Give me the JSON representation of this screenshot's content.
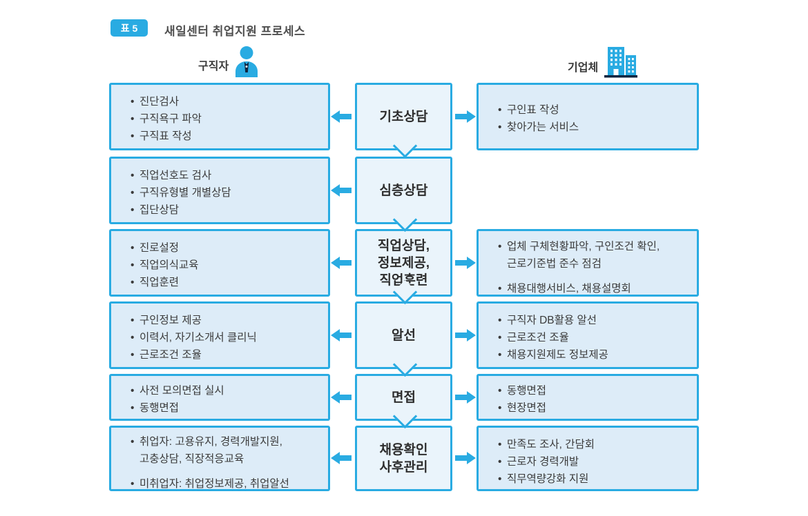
{
  "title": {
    "badge": "표 5",
    "text": "새일센터 취업지원 프로세스"
  },
  "columns": {
    "left_header": "구직자",
    "right_header": "기업체"
  },
  "ui": {
    "bullet": "•"
  },
  "colors": {
    "accent": "#29abe2",
    "side_box_fill": "#ddecf8",
    "center_box_fill": "#eaf4fb",
    "text": "#3b3b3b",
    "dark_navy": "#0f2540"
  },
  "rows": [
    {
      "step": "기초상담",
      "left": {
        "items": [
          "진단검사",
          "구직욕구 파악",
          "구직표 작성"
        ]
      },
      "right": {
        "items": [
          "구인표 작성",
          "찾아가는 서비스"
        ]
      }
    },
    {
      "step": "심층상담",
      "left": {
        "items": [
          "직업선호도 검사",
          "구직유형별 개별상담",
          "집단상담"
        ]
      }
    },
    {
      "step": "직업상담,\n정보제공,\n직업훈련",
      "left": {
        "items": [
          "진로설정",
          "직업의식교육",
          "직업훈련"
        ]
      },
      "right": {
        "items": [
          "업체 구체현황파악, 구인조건 확인,\n근로기준법 준수 점검",
          "채용대행서비스, 채용설명회"
        ]
      }
    },
    {
      "step": "알선",
      "left": {
        "items": [
          "구인정보 제공",
          "이력서, 자기소개서 클리닉",
          "근로조건 조율"
        ]
      },
      "right": {
        "items": [
          "구직자 DB활용 알선",
          "근로조건 조율",
          "채용지원제도 정보제공"
        ]
      }
    },
    {
      "step": "면접",
      "left": {
        "items": [
          "사전 모의면접 실시",
          "동행면접"
        ]
      },
      "right": {
        "items": [
          "동행면접",
          "현장면접"
        ]
      }
    },
    {
      "step": "채용확인\n사후관리",
      "left": {
        "items": [
          "취업자: 고용유지, 경력개발지원,\n고충상담, 직장적응교육",
          "미취업자: 취업정보제공, 취업알선"
        ]
      },
      "right": {
        "items": [
          "만족도 조사, 간담회",
          "근로자 경력개발",
          "직무역량강화 지원"
        ]
      }
    }
  ]
}
